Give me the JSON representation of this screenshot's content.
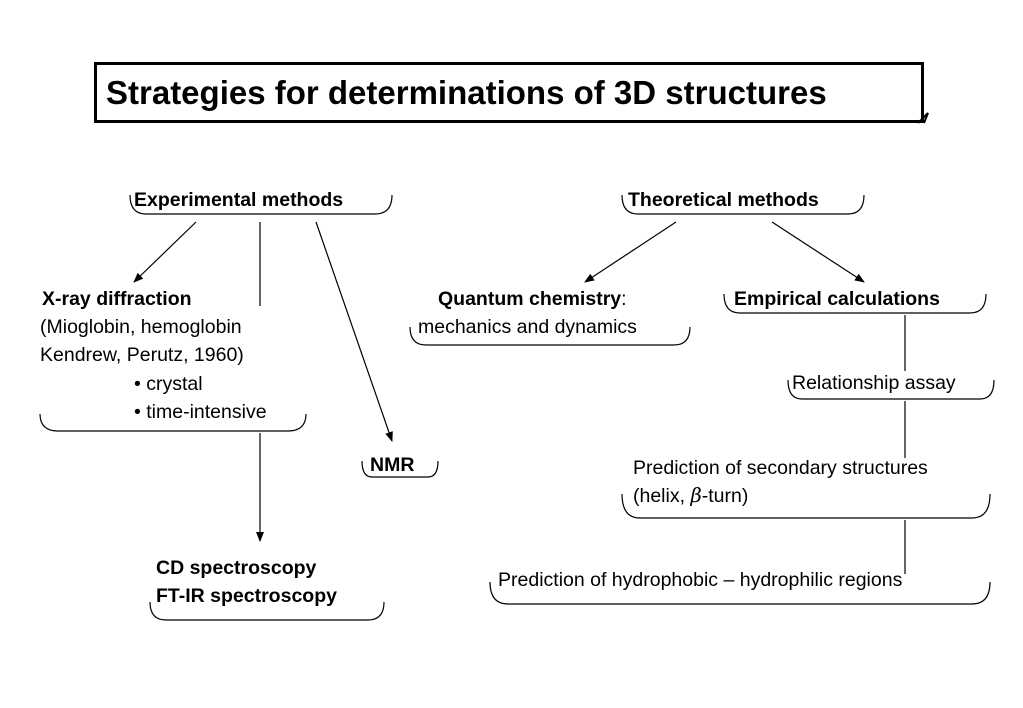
{
  "title": "Strategies for determinations of 3D structures",
  "experimental": {
    "heading": "Experimental methods",
    "xray": {
      "name": "X-ray diffraction",
      "detail_1": "(Mioglobin, hemoglobin",
      "detail_2": "Kendrew, Perutz, 1960)",
      "bullet_1": "crystal",
      "bullet_2": "time-intensive"
    },
    "nmr": "NMR",
    "spectroscopy_1": "CD spectroscopy",
    "spectroscopy_2": "FT-IR spectroscopy"
  },
  "theoretical": {
    "heading": "Theoretical methods",
    "quantum": {
      "name": "Quantum chemistry",
      "suffix": ":",
      "detail": "mechanics and dynamics"
    },
    "empirical": {
      "name": "Empirical calculations",
      "relationship": "Relationship assay",
      "secondary_1": "Prediction of secondary structures",
      "secondary_2_prefix": "(helix, ",
      "secondary_2_beta": "β",
      "secondary_2_suffix": "-turn)",
      "hydrophobic": "Prediction of hydrophobic – hydrophilic regions"
    }
  },
  "colors": {
    "ink": "#000000",
    "background": "#ffffff"
  }
}
